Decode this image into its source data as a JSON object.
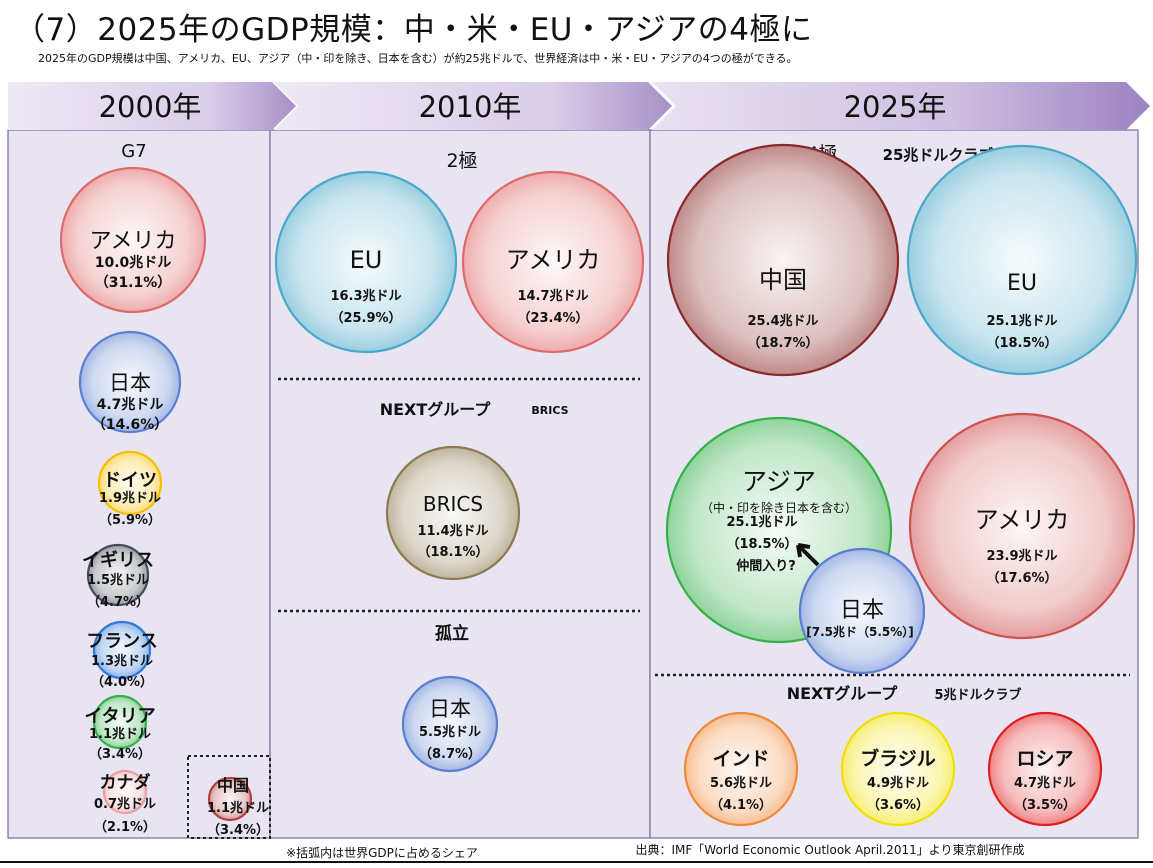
{
  "title": "（7）2025年のGDP規模：中・米・EU・アジアの4極に",
  "subtitle": "2025年のGDP規模は中国、アメリカ、EU、アジア（中・印を除き、日本を含む）が約25兆ドルで、世界経済は中・米・EU・アジアの4つの極ができる。",
  "eras": [
    "2000年",
    "2010年",
    "2025年"
  ],
  "col2000": {
    "heading": "G7",
    "circles": [
      {
        "name": "アメリカ",
        "value": "10.0兆ドル",
        "share": "（31.1%）",
        "color": "#e06a6a"
      },
      {
        "name": "日本",
        "value": "4.7兆ドル",
        "share": "（14.6%）",
        "color": "#5b7fd0"
      },
      {
        "name": "ドイツ",
        "value": "1.9兆ドル",
        "share": "（5.9%）",
        "color": "#f5c000"
      },
      {
        "name": "イギリス",
        "value": "1.5兆ドル",
        "share": "（4.7%）",
        "color": "#444e5a"
      },
      {
        "name": "フランス",
        "value": "1.3兆ドル",
        "share": "（4.0%）",
        "color": "#2e78d8"
      },
      {
        "name": "イタリア",
        "value": "1.1兆ドル",
        "share": "（3.4%）",
        "color": "#35b04a"
      },
      {
        "name": "カナダ",
        "value": "0.7兆ドル",
        "share": "（2.1%）",
        "color": "#e8a0a0"
      }
    ],
    "outside": {
      "name": "中国",
      "value": "1.1兆ドル",
      "share": "（3.4%）",
      "color": "#b04040"
    }
  },
  "col2010": {
    "heading": "2極",
    "circles": [
      {
        "name": "EU",
        "value": "16.3兆ドル",
        "share": "（25.9%）",
        "color": "#4aa8c8"
      },
      {
        "name": "アメリカ",
        "value": "14.7兆ドル",
        "share": "（23.4%）",
        "color": "#e06a6a"
      }
    ],
    "next_heading": "NEXTグループ",
    "next_tag": "BRICS",
    "brics": {
      "name": "BRICS",
      "value": "11.4兆ドル",
      "share": "（18.1%）",
      "color": "#8c7a50"
    },
    "isolated_heading": "孤立",
    "japan": {
      "name": "日本",
      "value": "5.5兆ドル",
      "share": "（8.7%）",
      "color": "#5b7fd0"
    }
  },
  "col2025": {
    "heading": "4極",
    "club": "25兆ドルクラブ",
    "circles": [
      {
        "name": "中国",
        "value": "25.4兆ドル",
        "share": "（18.7%）",
        "color": "#8a2a2a"
      },
      {
        "name": "EU",
        "value": "25.1兆ドル",
        "share": "（18.5%）",
        "color": "#4aa8c8"
      },
      {
        "name": "アジア",
        "sub": "（中・印を除き日本を含む）",
        "value": "25.1兆ドル",
        "share": "（18.5%）",
        "color": "#35b04a"
      },
      {
        "name": "アメリカ",
        "value": "23.9兆ドル",
        "share": "（17.6%）",
        "color": "#d05050"
      }
    ],
    "japan": {
      "name": "日本",
      "label": "[7.5兆ド（5.5%）]",
      "color": "#5b7fd0"
    },
    "arrow_label": "仲間入り?",
    "next_heading": "NEXTグループ",
    "next_club": "5兆ドルクラブ",
    "next": [
      {
        "name": "インド",
        "value": "5.6兆ドル",
        "share": "（4.1%）",
        "color": "#f08a3a"
      },
      {
        "name": "ブラジル",
        "value": "4.9兆ドル",
        "share": "（3.6%）",
        "color": "#f0e000"
      },
      {
        "name": "ロシア",
        "value": "4.7兆ドル",
        "share": "（3.5%）",
        "color": "#e02020"
      }
    ]
  },
  "footnote": "※括弧内は世界GDPに占めるシェア",
  "source": "出典：IMF「World Economic Outlook April.2011」より東京創研作成"
}
